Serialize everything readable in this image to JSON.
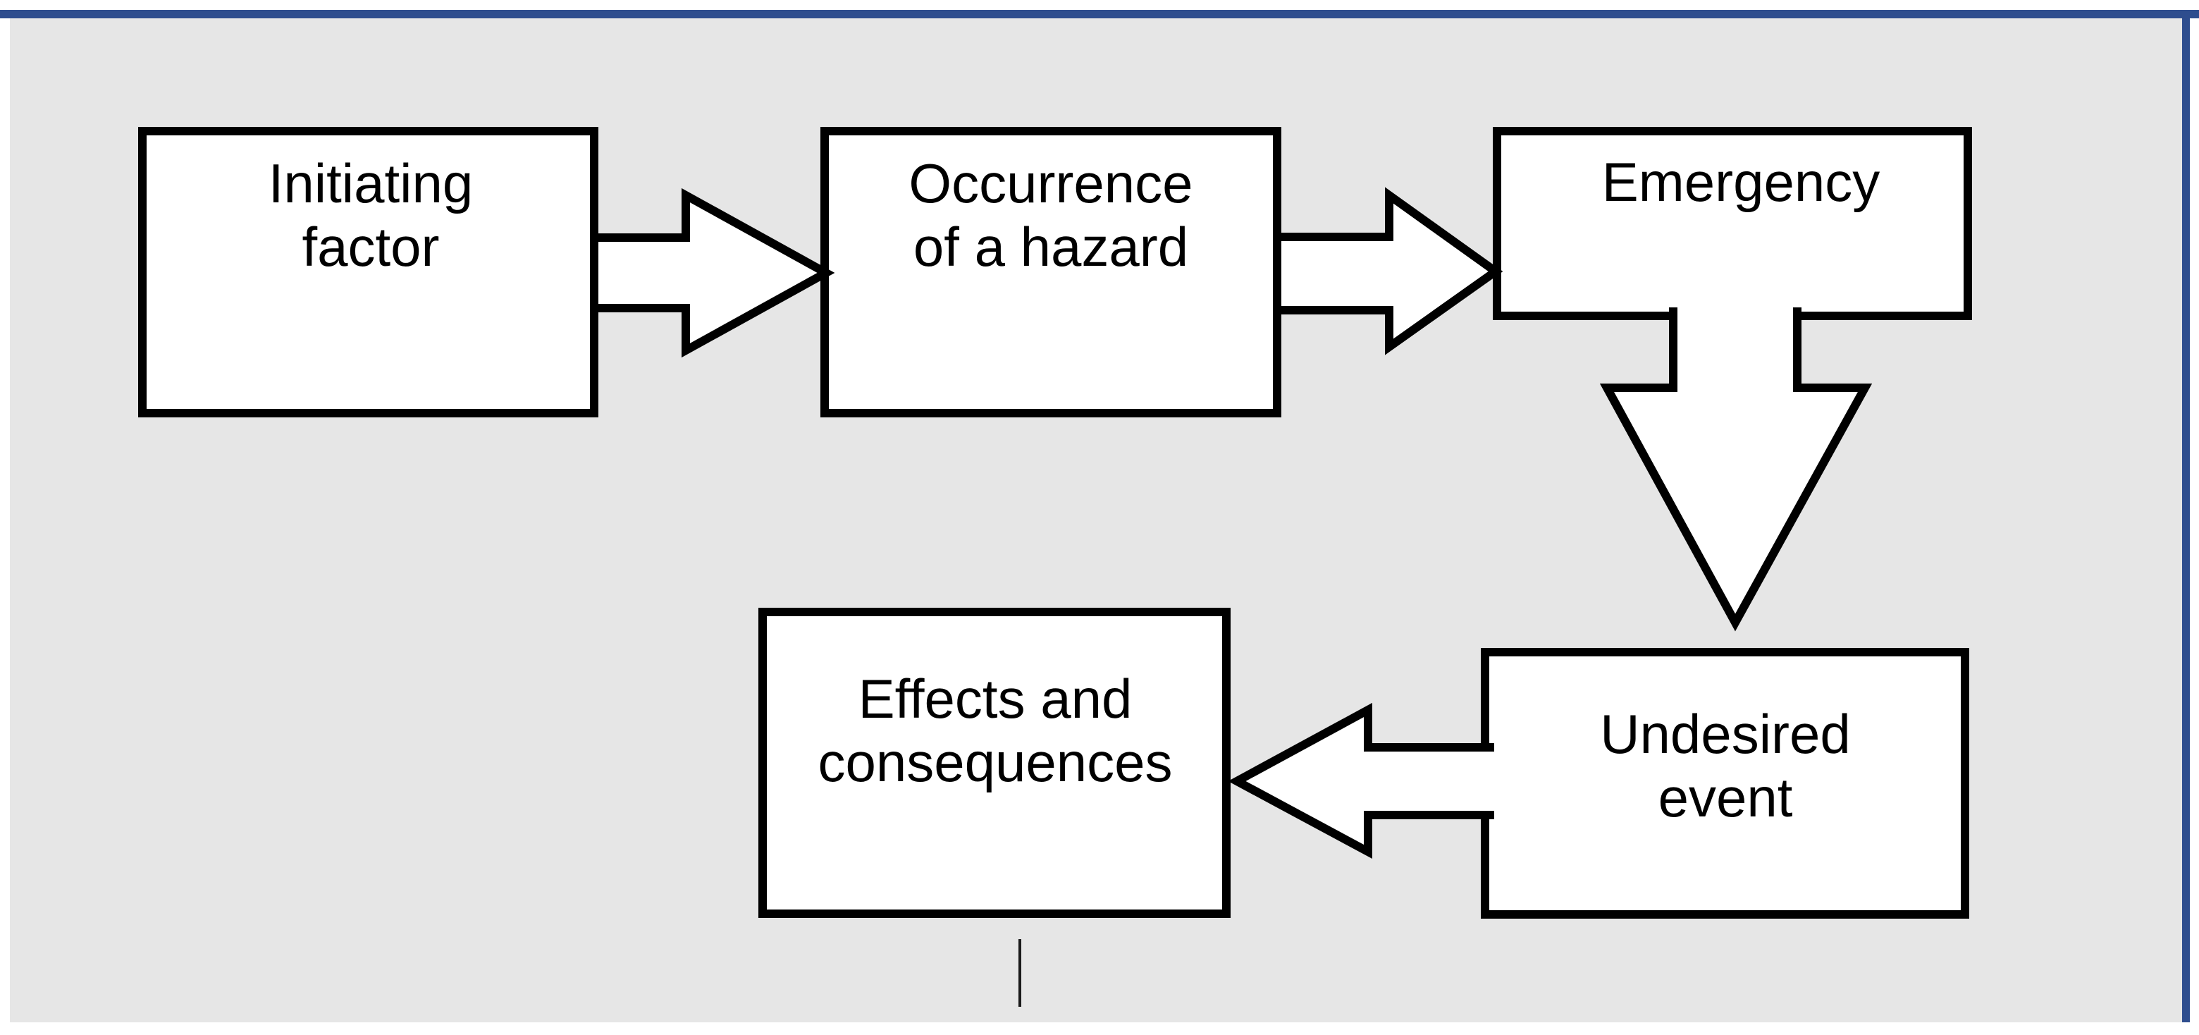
{
  "colors": {
    "page_background": "#ffffff",
    "canvas_fill": "#e6e6e6",
    "accent_border": "#2e4d8e",
    "shape_fill": "#ffffff",
    "shape_stroke": "#000000",
    "text_color": "#000000",
    "stub_stroke": "#1a1a1a"
  },
  "diagram": {
    "boxes": [
      {
        "id": "initiating-factor",
        "lines": [
          "Initiating",
          "factor"
        ]
      },
      {
        "id": "occurrence-of-hazard",
        "lines": [
          "Occurrence",
          "of a hazard"
        ]
      },
      {
        "id": "emergency",
        "lines": [
          "Emergency"
        ]
      },
      {
        "id": "effects-consequences",
        "lines": [
          "Effects and",
          "consequences"
        ]
      },
      {
        "id": "undesired-event",
        "lines": [
          "Undesired",
          "event"
        ]
      }
    ],
    "arrows": [
      {
        "id": "arrow-initiating-to-occurrence",
        "direction": "right"
      },
      {
        "id": "arrow-occurrence-to-emergency",
        "direction": "right"
      },
      {
        "id": "arrow-emergency-to-undesired",
        "direction": "down"
      },
      {
        "id": "arrow-undesired-to-effects",
        "direction": "left"
      }
    ]
  }
}
